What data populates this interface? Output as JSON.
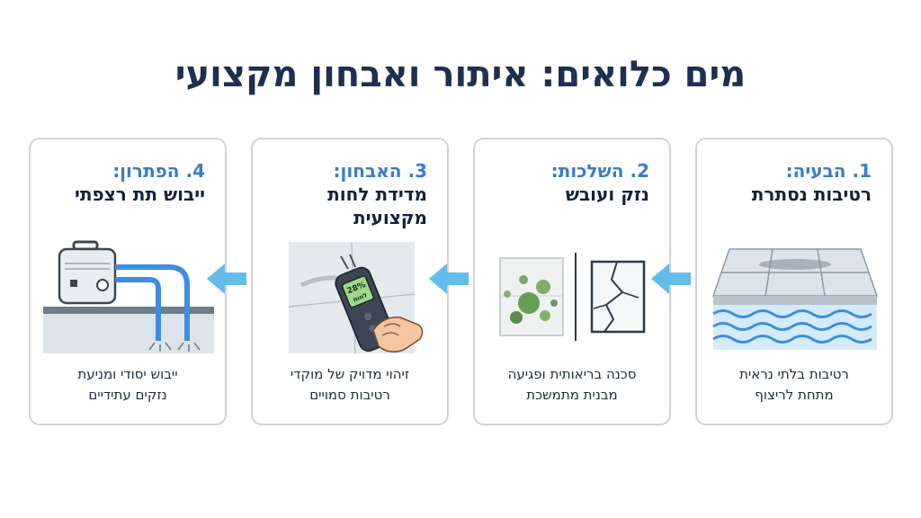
{
  "title": "מים כלואים: איתור ואבחון מקצועי",
  "steps": [
    {
      "num": "1. הבעיה:",
      "title": "רטיבות נסתרת",
      "desc_line1": "רטיבות בלתי נראית",
      "desc_line2": "מתחת לריצוף",
      "icon": "wet-floor-tiles"
    },
    {
      "num": "2. השלכות:",
      "title": "נזק ועובש",
      "desc_line1": "סכנה בריאותית ופגיעה",
      "desc_line2": "מבנית מתמשכת",
      "icon": "mold-and-cracked-tile"
    },
    {
      "num": "3. האבחון:",
      "title_line1": "מדידת לחות",
      "title_line2": "מקצועית",
      "meter_reading": "28%",
      "meter_label": "לחות",
      "desc_line1": "זיהוי מדויק של מוקדי",
      "desc_line2": "רטיבות סמויים",
      "icon": "moisture-meter"
    },
    {
      "num": "4. הפתרון:",
      "title": "ייבוש תת רצפתי",
      "desc_line1": "ייבוש יסודי ומניעת",
      "desc_line2": "נזקים עתידיים",
      "icon": "drying-machine"
    }
  ],
  "colors": {
    "title": "#1e2f52",
    "accent": "#3a7bc8",
    "arrow": "#62bde8",
    "water": "#3d8ee0",
    "mold": "#4f8f3a"
  }
}
